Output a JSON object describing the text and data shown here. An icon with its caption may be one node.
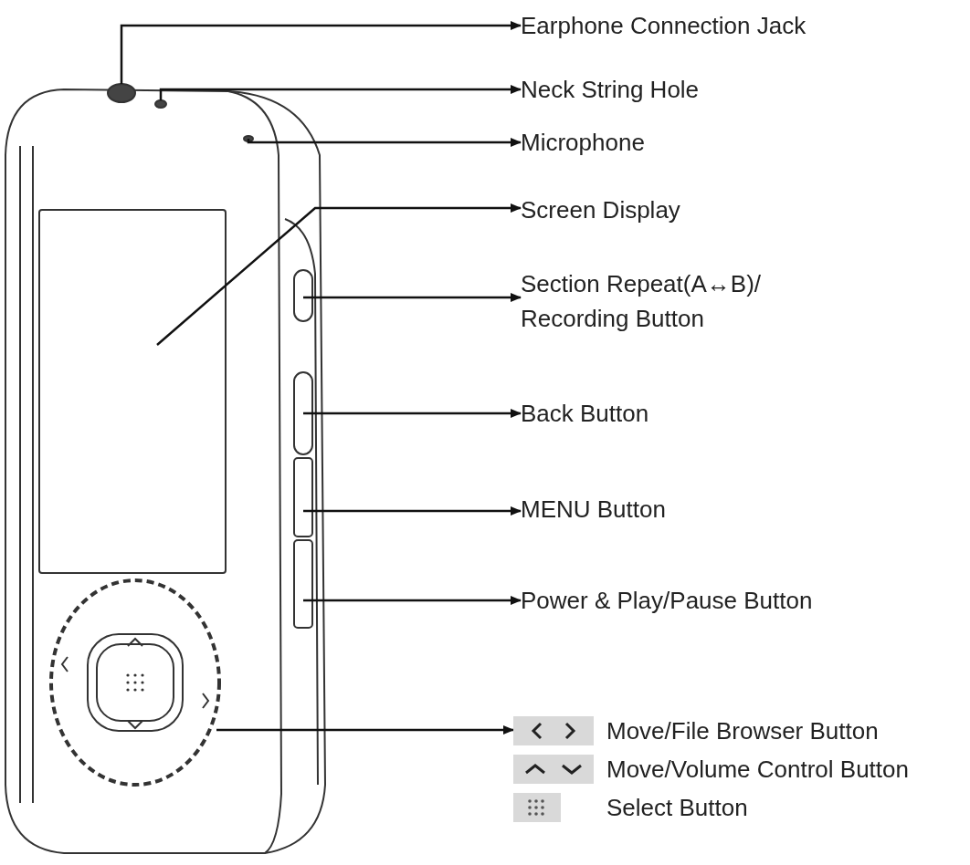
{
  "diagram": {
    "nodes": [
      {
        "text": [
          "Earphone Connection Jack"
        ]
      },
      {
        "text": [
          "Neck String Hole"
        ]
      },
      {
        "text": [
          "Microphone"
        ]
      },
      {
        "text": [
          "Screen Display"
        ]
      },
      {
        "text": [
          "Section Repeat(A↔B)/ Recording Button"
        ]
      },
      {
        "text": [
          "Back Button"
        ]
      },
      {
        "text": [
          "MENU Button"
        ]
      },
      {
        "text": [
          "Power & Play/Pause Button"
        ]
      },
      {
        "text": [
          "Move/File Browser Button",
          "Move/Volume Control Button",
          "Select Button"
        ]
      },
      {
        "text": [],
        "shape": "circle"
      },
      {
        "text": [],
        "shape": "circle"
      },
      {
        "text": [],
        "shape": "circle"
      },
      {
        "text": [],
        "shape": "box"
      },
      {
        "text": [],
        "shape": "box"
      },
      {
        "text": [],
        "shape": "box"
      },
      {
        "text": [],
        "shape": "box"
      },
      {
        "text": [],
        "shape": "box"
      },
      {
        "text": [],
        "shape": "circle"
      }
    ],
    "edges": [
      {
        "from": 9,
        "to": 0,
        "arrow": "to"
      },
      {
        "from": 10,
        "to": 1,
        "arrow": "to"
      },
      {
        "from": 11,
        "to": 2,
        "arrow": "to"
      },
      {
        "from": 12,
        "to": 3,
        "arrow": "to"
      },
      {
        "from": 13,
        "to": 4,
        "arrow": "to"
      },
      {
        "from": 14,
        "to": 5,
        "arrow": "to"
      },
      {
        "from": 15,
        "to": 6,
        "arrow": "to"
      },
      {
        "from": 16,
        "to": 7,
        "arrow": "to"
      },
      {
        "from": 17,
        "to": 8,
        "arrow": "to"
      }
    ]
  }
}
